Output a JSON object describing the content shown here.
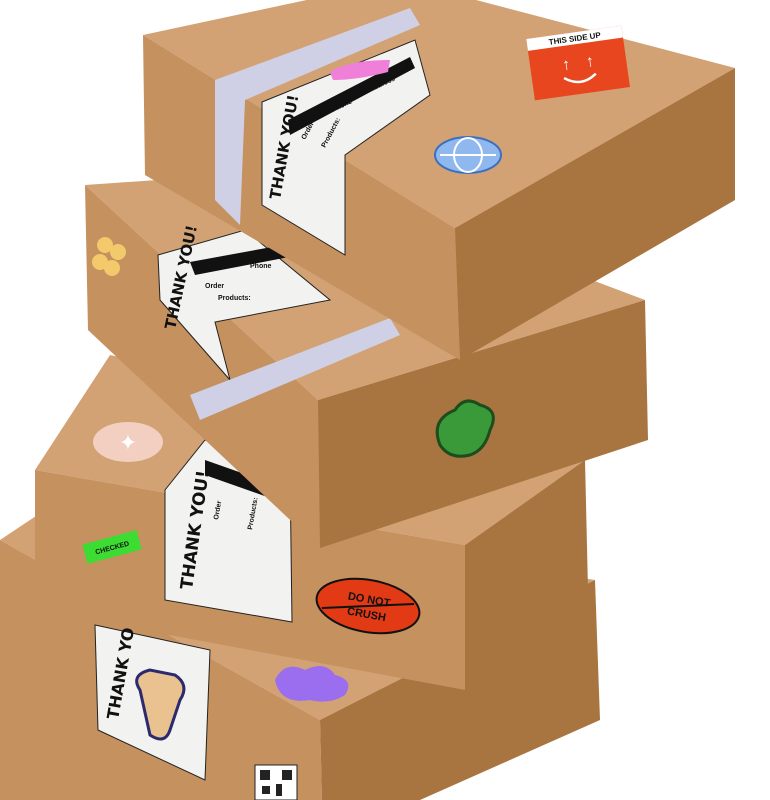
{
  "scene": {
    "colors": {
      "cardboard_top": "#d2a274",
      "cardboard_left": "#c4915f",
      "cardboard_right": "#a8743f",
      "label": "#f2f2f0",
      "tape": "#cfd0e6",
      "red_sticker": "#e8461f",
      "green_sticker": "#3a9a3a",
      "purple_sticker": "#9b6ef0"
    },
    "labels": {
      "thank_you": "THANK YOU!",
      "order": "Order",
      "phone": "Phone",
      "address": "Address",
      "products": "Products:"
    },
    "stickers": {
      "this_side_up": "THIS SIDE UP",
      "checked": "CHECKED",
      "do_not": "DO NOT",
      "crush": "CRUSH"
    }
  }
}
